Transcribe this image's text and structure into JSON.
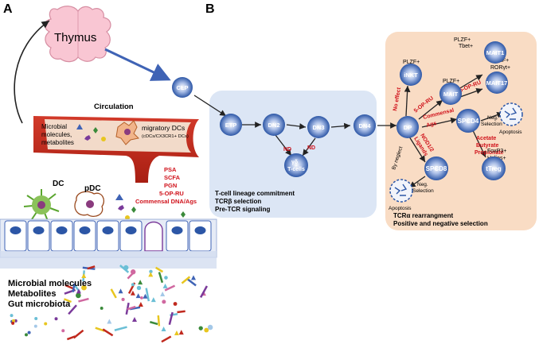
{
  "panels": {
    "a": "A",
    "b": "B"
  },
  "thymus": "Thymus",
  "circulation": {
    "title": "Circulation",
    "microbial": [
      "Microbial",
      "molecules,",
      "metabolites"
    ],
    "migratory": "migratory DCs",
    "migratory_sub": "(cDCs/CX3CR1+ DCs)"
  },
  "signals": [
    "PSA",
    "SCFA",
    "PGN",
    "5-OP-RU",
    "Commensal DNA/Ags"
  ],
  "gut": {
    "dc": "DC",
    "pdc": "pDC",
    "lines": [
      "Microbial molecules",
      "Metabolites",
      "Gut microbiota"
    ]
  },
  "cells": {
    "clp": "CLP",
    "etp": "ETP",
    "dn2": "DN2",
    "dn3": "DN3",
    "dn4": "DN4",
    "gd": "γδ",
    "gd2": "T-cells",
    "dp": "DP",
    "inkt": "iNKT",
    "mait": "MAIT",
    "mait1": "MAIT1",
    "mait17": "MAIT17",
    "spcd4": "SPCD4",
    "spcd8": "SPCD8",
    "ttreg": "tTreg"
  },
  "edge_labels": {
    "nd1": "ND",
    "nd2": "ND",
    "no_effect": "No effect",
    "five_op_ru_a": "5-OP-RU",
    "five_op_ru_b": "5-OP-RU",
    "commensal1": "Commensal",
    "commensal2": "Ags",
    "nod1": "NOD1/2",
    "nod2": "Ligands",
    "acetate": "Acetate",
    "butyrate": "Butyrate",
    "propionate": "Propionate",
    "by_neglect": "By neglect",
    "neg_sel_a1": "Neg.",
    "neg_sel_a2": "Selection",
    "neg_sel_b1": "Neg.",
    "neg_sel_b2": "Selection"
  },
  "markers": {
    "plzf_inkt": "PLZF+",
    "plzf_mait1": "PLZF+",
    "tbet": "Tbet+",
    "plzf_mait17": "PLZF+",
    "rorgt": "RORγt+",
    "plzf_mait": "PLZF+",
    "foxp3": "FoxP3+",
    "helios": "Helios+"
  },
  "apoptosis": [
    "Apoptosis",
    "Apoptosis"
  ],
  "blue_box": [
    "T-cell lineage commitment",
    "TCRβ selection",
    "Pre-TCR signaling"
  ],
  "orange_box": [
    "TCRα rearrangment",
    "Positive and negative selection"
  ],
  "colors": {
    "cell": "#2c56a6",
    "blue_box": "#dce6f5",
    "orange_box": "#f9dcc4",
    "vessel": "#c0291e",
    "thymus": "#f9c6d3",
    "red_label": "#d0121b"
  }
}
